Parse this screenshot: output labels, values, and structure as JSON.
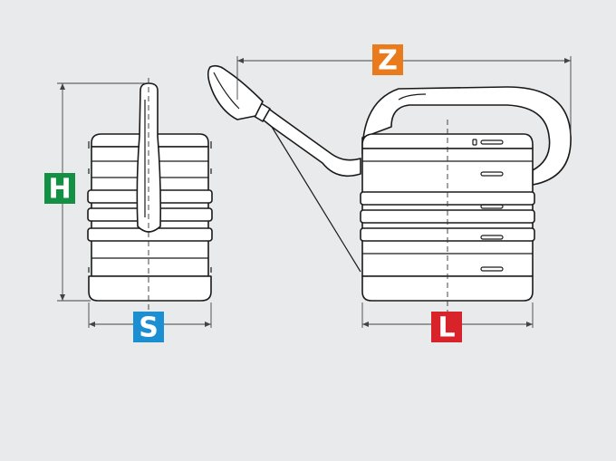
{
  "diagram": {
    "dimensions": [
      {
        "key": "height",
        "label": "H",
        "color": "#139043"
      },
      {
        "key": "width",
        "label": "S",
        "color": "#1b8fd2"
      },
      {
        "key": "overall_length",
        "label": "Z",
        "color": "#ea7b1c"
      },
      {
        "key": "body_length",
        "label": "L",
        "color": "#d8232a"
      }
    ]
  }
}
